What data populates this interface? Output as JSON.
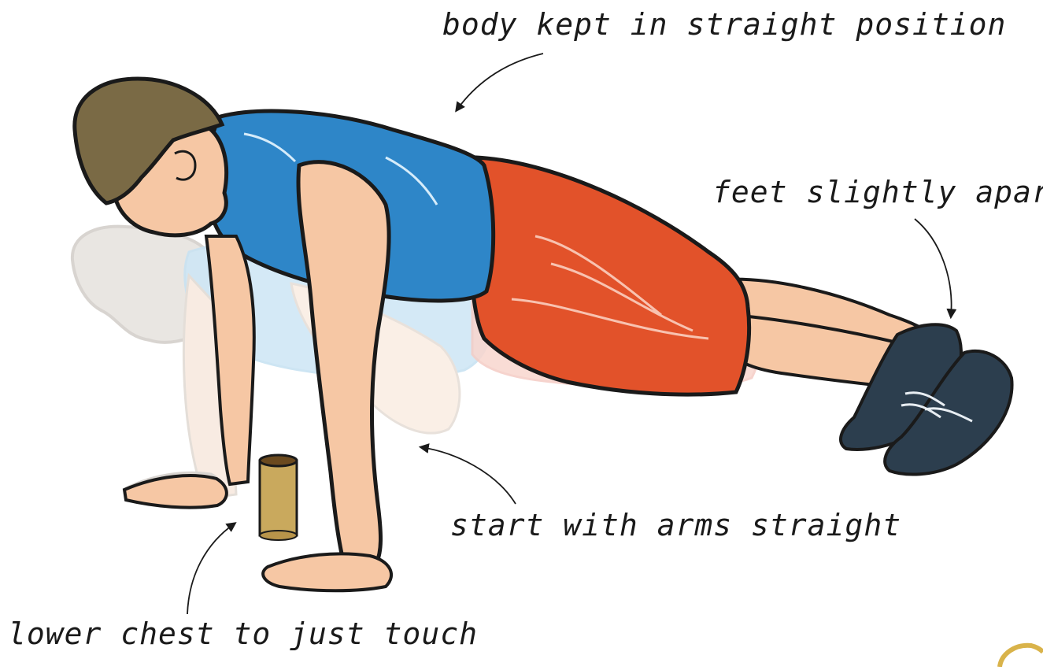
{
  "annotations": {
    "body": "body kept in straight position",
    "feet": "feet slightly apart",
    "arms": "start with arms straight",
    "chest": "lower chest to just touch"
  },
  "colors": {
    "shirt": "#2e86c8",
    "shorts": "#e2522a",
    "skin": "#f6c7a4",
    "hair": "#7a6a45",
    "shoe": "#2c3e4e",
    "cylinder": "#c9a95d",
    "ghost": "#d8d2cc",
    "outline": "#1a1a1a",
    "logo": "#d9b34a"
  }
}
